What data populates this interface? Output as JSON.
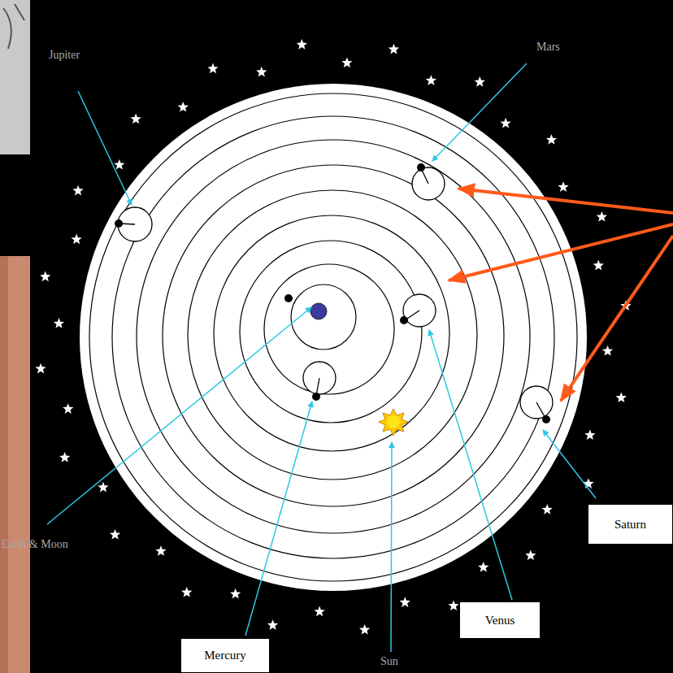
{
  "diagram": {
    "nodes": [
      {
        "text": [
          "Saturn"
        ]
      },
      {
        "text": [
          "Venus"
        ]
      },
      {
        "text": [
          "Mercury"
        ]
      }
    ],
    "labels": [
      "Jupiter",
      "Mars",
      "Earth & Moon",
      "Sun"
    ]
  }
}
